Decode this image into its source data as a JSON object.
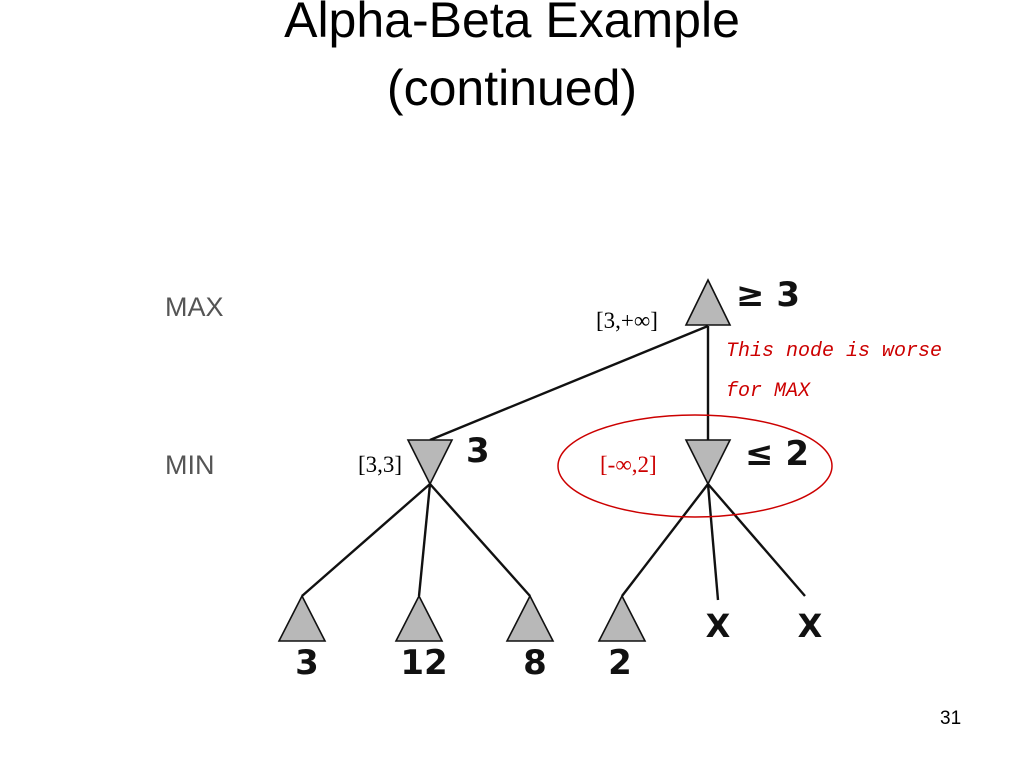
{
  "slide": {
    "title_line1": "Alpha-Beta Example",
    "title_line2": "(continued)",
    "page_number": "31"
  },
  "levels": {
    "max": "MAX",
    "min": "MIN"
  },
  "nodes": {
    "root": {
      "value": "≥ 3",
      "interval": "[3,+∞]"
    },
    "min_left": {
      "value": "3",
      "interval": "[3,3]"
    },
    "min_right": {
      "value": "≤ 2",
      "interval": "[-∞,2]"
    },
    "leaves": [
      "3",
      "12",
      "8",
      "2"
    ],
    "pruned": [
      "X",
      "X"
    ]
  },
  "annotation": {
    "line1": "This node is worse",
    "line2": "for MAX",
    "color": "#cc0000"
  },
  "colors": {
    "node_fill": "#b8b8b8",
    "edge": "#111111",
    "highlight": "#cc0000"
  }
}
